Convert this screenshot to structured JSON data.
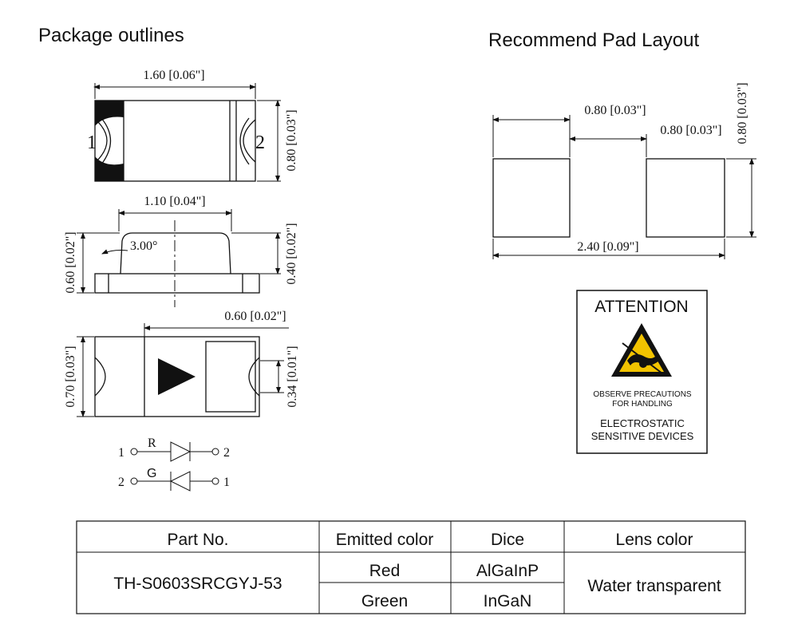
{
  "titles": {
    "package": "Package outlines",
    "pad": "Recommend Pad Layout"
  },
  "top_view": {
    "length": "1.60 [0.06\"]",
    "height": "0.80 [0.03\"]",
    "pin1": "1",
    "pin2": "2"
  },
  "side_view": {
    "lens_width": "1.10 [0.04\"]",
    "angle": "3.00°",
    "total_height": "0.60 [0.02\"]",
    "lens_height": "0.40 [0.02\"]"
  },
  "bottom_view": {
    "pad_width": "0.60 [0.02\"]",
    "body_height": "0.70 [0.03\"]",
    "notch": "0.34 [0.01\"]"
  },
  "schematic": {
    "red_label": "R",
    "green_label": "G",
    "red_left_pin": "1",
    "red_right_pin": "2",
    "green_left_pin": "2",
    "green_right_pin": "1"
  },
  "pad_layout": {
    "pad_width": "0.80 [0.03\"]",
    "gap": "0.80 [0.03\"]",
    "total_width": "2.40 [0.09\"]",
    "pad_height": "0.80 [0.03\"]"
  },
  "attention": {
    "title": "ATTENTION",
    "line1": "OBSERVE PRECAUTIONS",
    "line2": "FOR HANDLING",
    "line3": "ELECTROSTATIC",
    "line4": "SENSITIVE DEVICES",
    "symbol_color": "#f2c300"
  },
  "table": {
    "headers": [
      "Part No.",
      "Emitted color",
      "Dice",
      "Lens color"
    ],
    "part_no": "TH-S0603SRCGYJ-53",
    "rows": [
      {
        "color": "Red",
        "dice": "AlGaInP"
      },
      {
        "color": "Green",
        "dice": "InGaN"
      }
    ],
    "lens": "Water transparent"
  }
}
